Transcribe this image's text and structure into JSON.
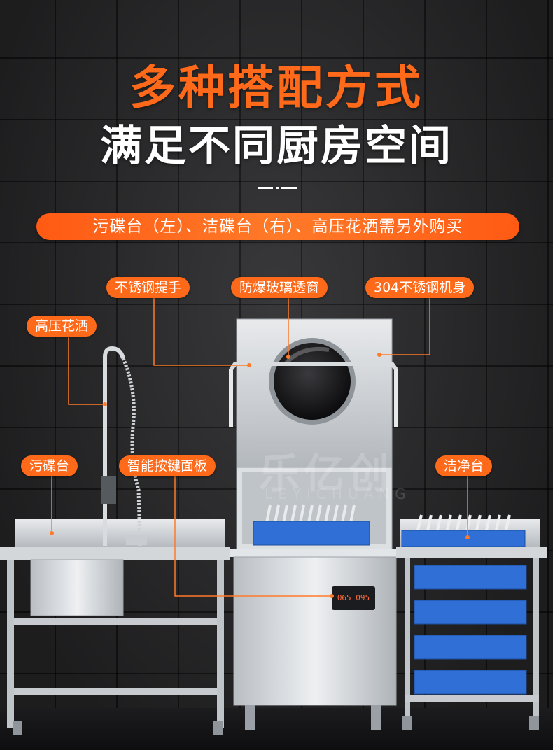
{
  "header": {
    "title": "多种搭配方式",
    "subtitle": "满足不同厨房空间"
  },
  "banner": {
    "text": "污碟台（左）、洁碟台（右）、高压花洒需另外购买"
  },
  "tags": {
    "handle": "不锈钢提手",
    "window": "防爆玻璃透窗",
    "body": "304不锈钢机身",
    "sprayer": "高压花洒",
    "dirty_table": "污碟台",
    "control_panel": "智能按键面板",
    "clean_table": "洁净台"
  },
  "watermark": {
    "brand": "乐亿创",
    "latin": "LEYICHUANG"
  },
  "panel": {
    "display": "065 095"
  },
  "colors": {
    "accent": "#ff6a1a",
    "background": "#2c2c2e",
    "steel": "#d9dde0",
    "rack_blue": "#2f6fd6"
  }
}
